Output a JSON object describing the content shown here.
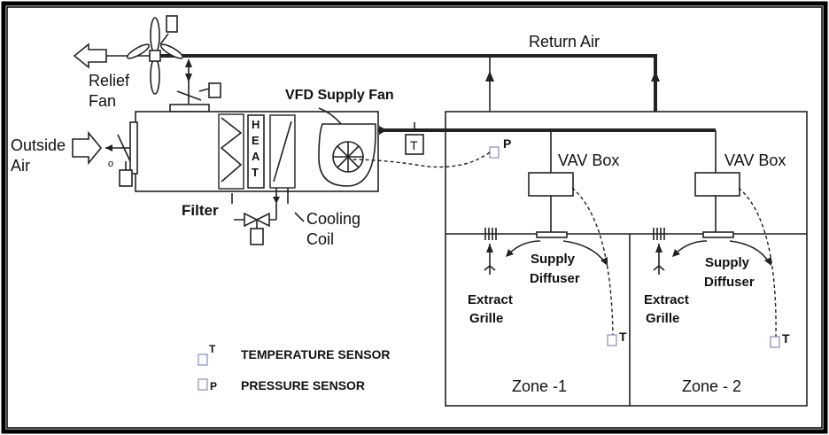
{
  "labels": {
    "return_air": "Return Air",
    "relief_fan": [
      "Relief",
      "Fan"
    ],
    "vfd_supply_fan": "VFD Supply Fan",
    "outside_air": [
      "Outside",
      "Air"
    ],
    "heat": [
      "H",
      "E",
      "A",
      "T"
    ],
    "filter": "Filter",
    "cooling_coil": [
      "Cooling",
      "Coil"
    ],
    "vav_box_1": "VAV Box",
    "vav_box_2": "VAV Box",
    "supply_diffuser_1": [
      "Supply",
      "Diffuser"
    ],
    "supply_diffuser_2": [
      "Supply",
      "Diffuser"
    ],
    "extract_grille_1": [
      "Extract",
      "Grille"
    ],
    "extract_grille_2": [
      "Extract",
      "Grille"
    ],
    "zone_1": "Zone -1",
    "zone_2": "Zone - 2",
    "duct_temp_sensor": "T",
    "duct_pressure_sensor": "P",
    "zone_1_temp_sensor": "T",
    "zone_2_temp_sensor": "T",
    "damper_symbol": "o"
  },
  "legend": [
    {
      "symbol": "T",
      "text": "TEMPERATURE SENSOR"
    },
    {
      "symbol": "P",
      "text": "PRESSURE SENSOR"
    }
  ],
  "colors": {
    "line": "#222222",
    "sensor_outline": "#8a8ac0",
    "background": "#ffffff"
  }
}
